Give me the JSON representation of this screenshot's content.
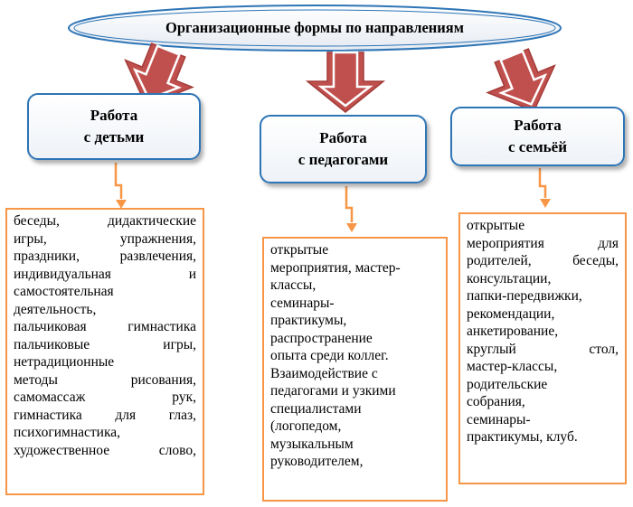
{
  "title": "Организационные формы по направлениям",
  "colors": {
    "header_border": "#2e75b6",
    "content_border": "#f79646",
    "arrow_fill": "#c0504d",
    "connector": "#f79646"
  },
  "columns": [
    {
      "header": [
        "Работа",
        "с детьми"
      ],
      "lines": [
        {
          "text": "беседы, дидактические",
          "justify": true
        },
        {
          "text": "игры, упражнения,",
          "justify": true
        },
        {
          "text": "праздники, развлечения,",
          "justify": true
        },
        {
          "text": "индивидуальная и",
          "justify": true
        },
        {
          "text": "самостоятельная",
          "justify": false
        },
        {
          "text": "деятельность,",
          "justify": false
        },
        {
          "text": "пальчиковая гимнастика",
          "justify": true
        },
        {
          "text": "пальчиковые игры,",
          "justify": true
        },
        {
          "text": "нетрадиционные",
          "justify": false
        },
        {
          "text": "методы рисования,",
          "justify": true
        },
        {
          "text": "самомассаж рук,",
          "justify": true
        },
        {
          "text": "гимнастика для глаз,",
          "justify": true
        },
        {
          "text": "психогимнастика,",
          "justify": false
        },
        {
          "text": "художественное слово,",
          "justify": true
        }
      ]
    },
    {
      "header": [
        "Работа",
        "с педагогами"
      ],
      "lines": [
        {
          "text": "открытые",
          "justify": false
        },
        {
          "text": "мероприятия, мастер-",
          "justify": false
        },
        {
          "text": "классы,",
          "justify": false
        },
        {
          "text": "семинары-",
          "justify": false
        },
        {
          "text": "практикумы,",
          "justify": false
        },
        {
          "text": "распространение",
          "justify": false
        },
        {
          "text": "опыта среди коллег.",
          "justify": false
        },
        {
          "text": "Взаимодействие с",
          "justify": false
        },
        {
          "text": "педагогами и узкими",
          "justify": false
        },
        {
          "text": "специалистами",
          "justify": false
        },
        {
          "text": "(логопедом,",
          "justify": false
        },
        {
          "text": "музыкальным",
          "justify": false
        },
        {
          "text": "руководителем,",
          "justify": false
        }
      ]
    },
    {
      "header": [
        "Работа",
        "с семьёй"
      ],
      "lines": [
        {
          "text": "открытые",
          "justify": false
        },
        {
          "text": "мероприятия для",
          "justify": true
        },
        {
          "text": "родителей, беседы,",
          "justify": true
        },
        {
          "text": "консультации,",
          "justify": false
        },
        {
          "text": "папки-передвижки,",
          "justify": false
        },
        {
          "text": "рекомендации,",
          "justify": false
        },
        {
          "text": "анкетирование,",
          "justify": false
        },
        {
          "text": "круглый стол,",
          "justify": true
        },
        {
          "text": "мастер-классы,",
          "justify": false
        },
        {
          "text": "родительские",
          "justify": false
        },
        {
          "text": "собрания,",
          "justify": false
        },
        {
          "text": "семинары-",
          "justify": false
        },
        {
          "text": "практикумы, клуб.",
          "justify": false
        }
      ]
    }
  ]
}
